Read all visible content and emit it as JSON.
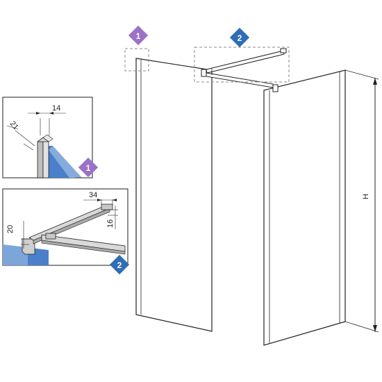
{
  "callouts": [
    {
      "number": "1",
      "color": "#9b72c6"
    },
    {
      "number": "2",
      "color": "#2f6db5"
    }
  ],
  "detail_1": {
    "dim_width": "14",
    "dim_depth": "21"
  },
  "detail_2": {
    "dim_width": "34",
    "dim_height_small": "16",
    "dim_height_left": "20"
  },
  "main": {
    "height_label": "H"
  },
  "colors": {
    "glass": "#4a7fc9",
    "glass_light": "#9fbfe6",
    "line": "#222222",
    "frame": "#6e6e6e",
    "dashed": "#888888"
  }
}
